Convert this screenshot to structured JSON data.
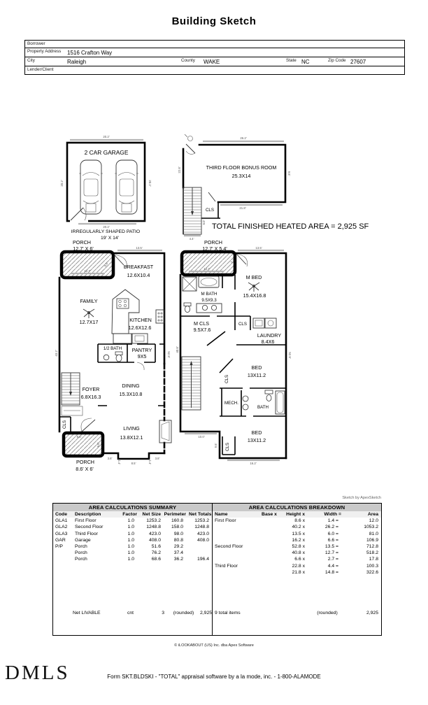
{
  "title": "Building Sketch",
  "header": {
    "borrower_label": "Borrower",
    "property_address_label": "Property Address",
    "property_address": "1516 Crafton Way",
    "city_label": "City",
    "city": "Raleigh",
    "county_label": "County",
    "county": "WAKE",
    "state_label": "State",
    "state": "NC",
    "zip_label": "Zip Code",
    "zip": "27607",
    "lender_label": "Lender/Client"
  },
  "sketch": {
    "credit": "Sketch by ApexSketch",
    "total_area": "TOTAL FINISHED HEATED AREA = 2,925 SF",
    "garage": {
      "label": "2 CAR GARAGE",
      "dim_top": "20.2'",
      "dim_left": "20.2'",
      "dim_right": "20.2'",
      "dim_bottom": "20.2'"
    },
    "patio": {
      "line1": "IRREGULARLY SHAPED PATIO",
      "line2": "19' X 14'"
    },
    "third_floor": {
      "label": "THIRD FLOOR BONUS ROOM",
      "size": "25.3X14",
      "dim_top": "26.2'",
      "dim_left": "22.8'",
      "dim_right": "9.8'",
      "dim_bottom": "21.8'",
      "cls": "CLS",
      "dim_cls": "6.0'",
      "dim_stairs": "4.4'"
    },
    "first_floor": {
      "porch_top_label": "PORCH",
      "porch_top_size": "12.7' X 6'",
      "porch_top_dim": "12.7'",
      "porch_top_side": "6.0'",
      "dim_top": "13.5'",
      "dim_left": "43.2'",
      "dim_right": "52.8'",
      "breakfast": "BREAKFAST",
      "breakfast_size": "12.6X10.4",
      "family": "FAMILY",
      "family_size": "12.7X17",
      "kitchen": "KITCHEN",
      "kitchen_size": "12.6X12.6",
      "half_bath": "1/2 BATH",
      "pantry": "PANTRY",
      "pantry_size": "9X5",
      "foyer": "FOYER",
      "foyer_size": "6.8X16.3",
      "dining": "DINING",
      "dining_size": "15.3X10.8",
      "living": "LIVING",
      "living_size": "13.8X12.1",
      "cls": "CLS",
      "porch_bottom_label": "PORCH",
      "porch_bottom_size": "8.6' X 6'",
      "porch_bottom_dim": "8.6'",
      "porch_bottom_side": "6.0'",
      "dim_b1": "3.8'",
      "dim_b2": "1.4'",
      "dim_b3": "8.5'",
      "dim_b4": "1.4'",
      "dim_b5": "3.8'"
    },
    "second_floor": {
      "porch_label": "PORCH",
      "porch_size": "12.7' X 5.4'",
      "porch_dim": "12.7'",
      "porch_door": "5.4'",
      "dim_top": "13.5'",
      "dim_left": "40.8'",
      "dim_right": "52.8'",
      "m_bed": "M BED",
      "m_bed_size": "15.4X16.8",
      "m_bath": "M BATH",
      "m_bath_size": "9.5X9.3",
      "m_cls": "M CLS",
      "m_cls_size": "9.5X7.6",
      "cls_laundry": "CLS",
      "laundry": "LAUNDRY",
      "laundry_size": "8.4X6",
      "bed1": "BED",
      "bed1_size": "13X11.2",
      "cls_bed1": "CLS",
      "mech": "MECH.",
      "bath": "BATH",
      "bed2": "BED",
      "bed2_size": "13X11.2",
      "cls_bed2": "CLS",
      "dim_bottom_left": "10.0'",
      "dim_mid": "9.6'",
      "dim_bottom": "16.2'"
    }
  },
  "summary_table": {
    "title": "AREA CALCULATIONS SUMMARY",
    "headers": [
      "Code",
      "Description",
      "Factor",
      "Net Size",
      "Perimeter",
      "Net Totals"
    ],
    "rows": [
      [
        "GLA1",
        "First Floor",
        "1.0",
        "1253.2",
        "160.8",
        "1253.2"
      ],
      [
        "GLA2",
        "Second Floor",
        "1.0",
        "1248.8",
        "158.0",
        "1248.8"
      ],
      [
        "GLA3",
        "Third Floor",
        "1.0",
        "423.0",
        "98.0",
        "423.0"
      ],
      [
        "GAR",
        "Garage",
        "1.0",
        "408.0",
        "80.8",
        "408.0"
      ],
      [
        "P/P",
        "Porch",
        "1.0",
        "51.6",
        "29.2",
        ""
      ],
      [
        "",
        "Porch",
        "1.0",
        "76.2",
        "37.4",
        ""
      ],
      [
        "",
        "Porch",
        "1.0",
        "68.6",
        "36.2",
        "196.4"
      ]
    ],
    "footer": {
      "label": "Net LIVABLE",
      "cnt": "cnt",
      "count": "3",
      "rounded": "(rounded)",
      "total": "2,925"
    }
  },
  "breakdown_table": {
    "title": "AREA CALCULATIONS BREAKDOWN",
    "headers": [
      "Name",
      "Base  x",
      "Height  x",
      "Width  =",
      "Area"
    ],
    "rows": [
      [
        "First Floor",
        "8.6 x",
        "1.4 =",
        "12.0"
      ],
      [
        "",
        "40.2 x",
        "26.2 =",
        "1053.2"
      ],
      [
        "",
        "13.5 x",
        "6.0 =",
        "81.0"
      ],
      [
        "",
        "16.2 x",
        "6.6 =",
        "106.9"
      ],
      [
        "Second Floor",
        "52.8 x",
        "13.5 =",
        "712.8"
      ],
      [
        "",
        "40.8 x",
        "12.7 =",
        "518.2"
      ],
      [
        "",
        "6.6 x",
        "2.7 =",
        "17.8"
      ],
      [
        "Third Floor",
        "22.8 x",
        "4.4 =",
        "100.3"
      ],
      [
        "",
        "21.8 x",
        "14.8 =",
        "322.6"
      ]
    ],
    "footer": {
      "label": "9 total items",
      "rounded": "(rounded)",
      "total": "2,925"
    }
  },
  "footer": {
    "copyright": "© iLOOKABOUT (US) Inc. dba Apex Software",
    "logo": "DMLS",
    "form_line": "Form SKT.BLDSKI - \"TOTAL\" appraisal software by a la mode, inc. - 1-800-ALAMODE"
  }
}
